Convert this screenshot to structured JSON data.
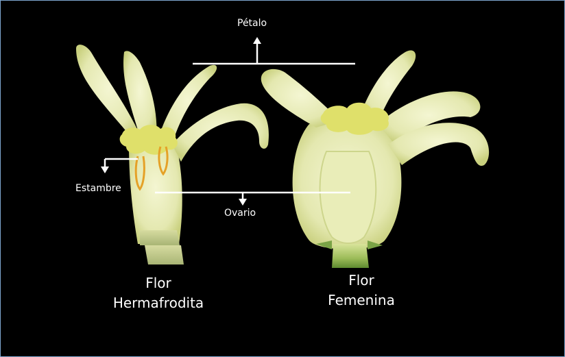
{
  "labels": {
    "petalo": "Pétalo",
    "estambre": "Estambre",
    "ovario": "Ovario"
  },
  "captions": {
    "hermafrodita": {
      "line1": "Flor",
      "line2": "Hermafrodita"
    },
    "femenina": {
      "line1": "Flor",
      "line2": "Femenina"
    }
  },
  "colors": {
    "background": "#000000",
    "petal": "#eef0c4",
    "petal_shade": "#d9dfa0",
    "stamen": "#e5a127",
    "base_green": "#6f9b3d",
    "annotation": "#ffffff"
  }
}
